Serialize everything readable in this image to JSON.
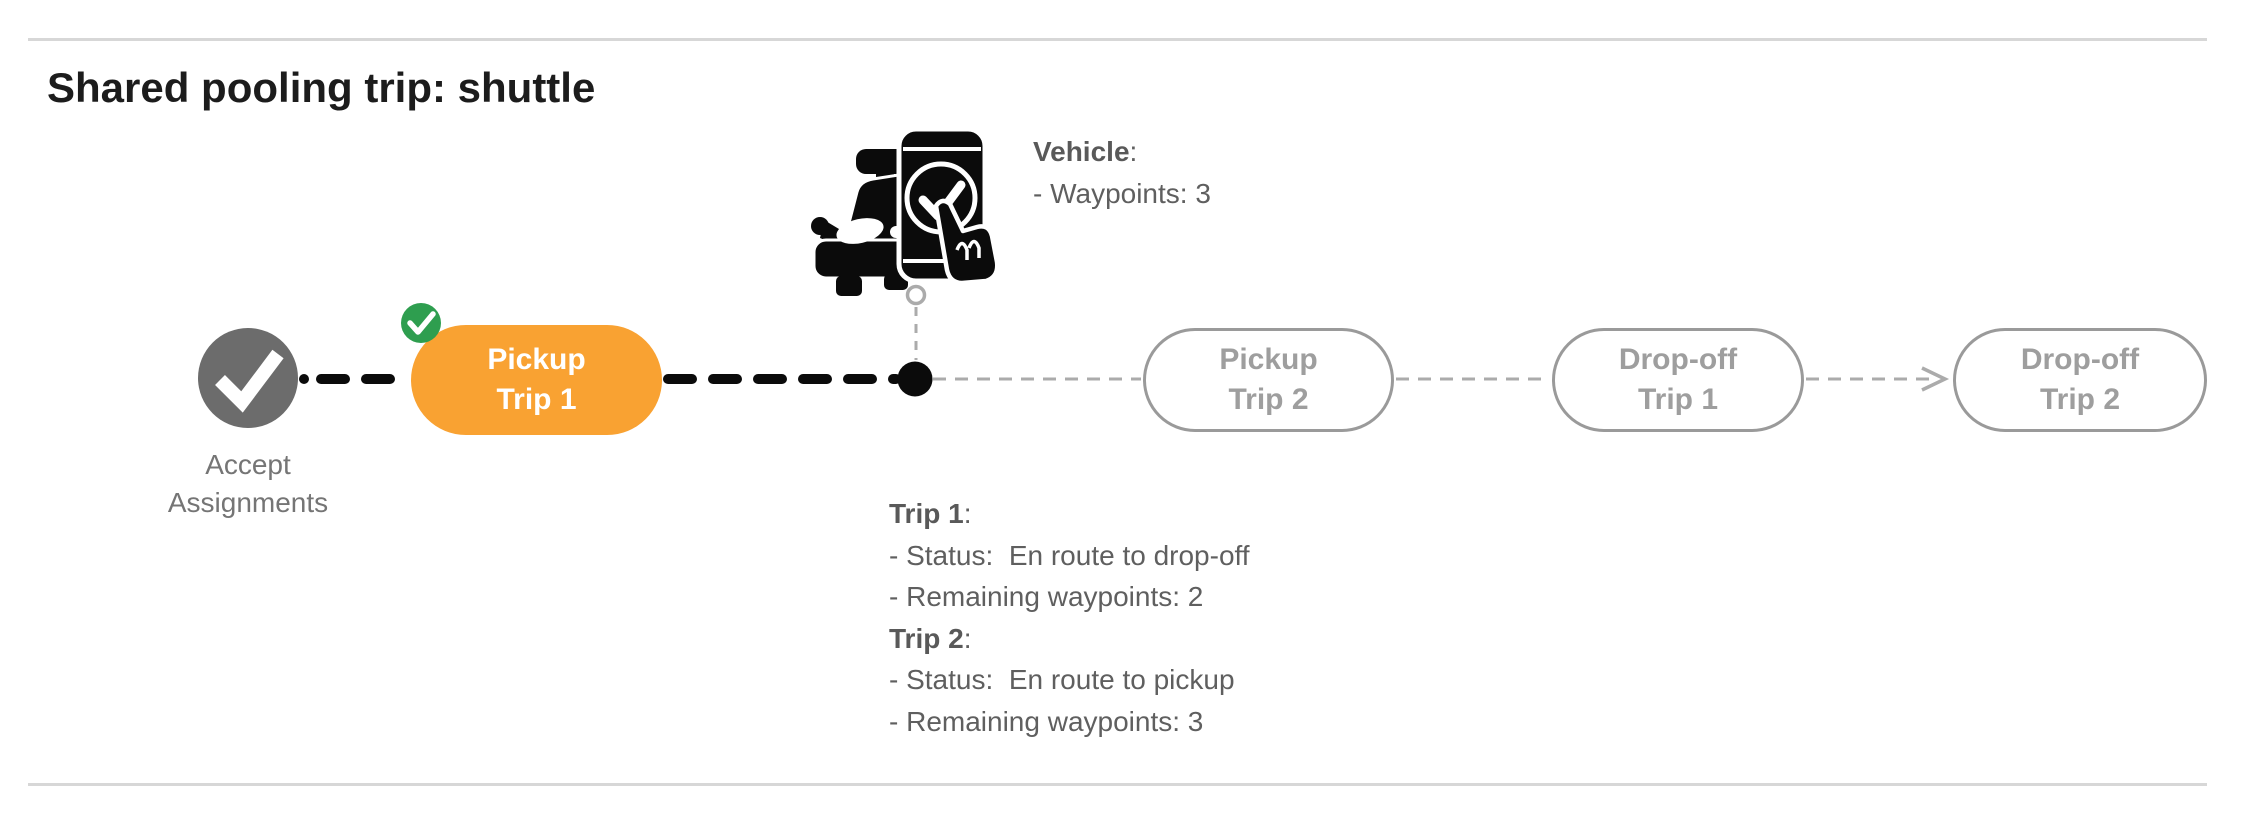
{
  "title": "Shared pooling trip: shuttle",
  "colors": {
    "accent_orange": "#F9A232",
    "success_green": "#2E9E4F",
    "completed_node_gray": "#6C6C6C",
    "pending_pill_gray": "#9e9e9e",
    "info_text_gray": "#5f5f5f",
    "label_gray": "#757575",
    "traveled_line_black": "#0b0b0b",
    "future_line_gray": "#ababab",
    "divider_gray": "#d7d7d7"
  },
  "timeline": {
    "accept_node": {
      "line1": "Accept",
      "line2": "Assignments",
      "icon": "check-icon",
      "state": "completed"
    },
    "pills": [
      {
        "id": "pickup-trip-1",
        "line1": "Pickup",
        "line2": "Trip 1",
        "state": "active",
        "badge": "completed-check-badge"
      },
      {
        "id": "pickup-trip-2",
        "line1": "Pickup",
        "line2": "Trip 2",
        "state": "pending"
      },
      {
        "id": "dropoff-trip-1",
        "line1": "Drop-off",
        "line2": "Trip 1",
        "state": "pending"
      },
      {
        "id": "dropoff-trip-2",
        "line1": "Drop-off",
        "line2": "Trip 2",
        "state": "pending"
      }
    ],
    "vehicle_marker_icon": "car-phone-check-icon"
  },
  "vehicle_info": {
    "label": "Vehicle",
    "colon": ":",
    "lines": [
      "- Waypoints: 3"
    ]
  },
  "trip_info": {
    "trip1_label": "Trip 1",
    "trip1_colon": ":",
    "trip1_lines": [
      "- Status:  En route to drop-off",
      "- Remaining waypoints: 2"
    ],
    "trip2_label": "Trip 2",
    "trip2_colon": ":",
    "trip2_lines": [
      "- Status:  En route to pickup",
      "- Remaining waypoints: 3"
    ]
  }
}
